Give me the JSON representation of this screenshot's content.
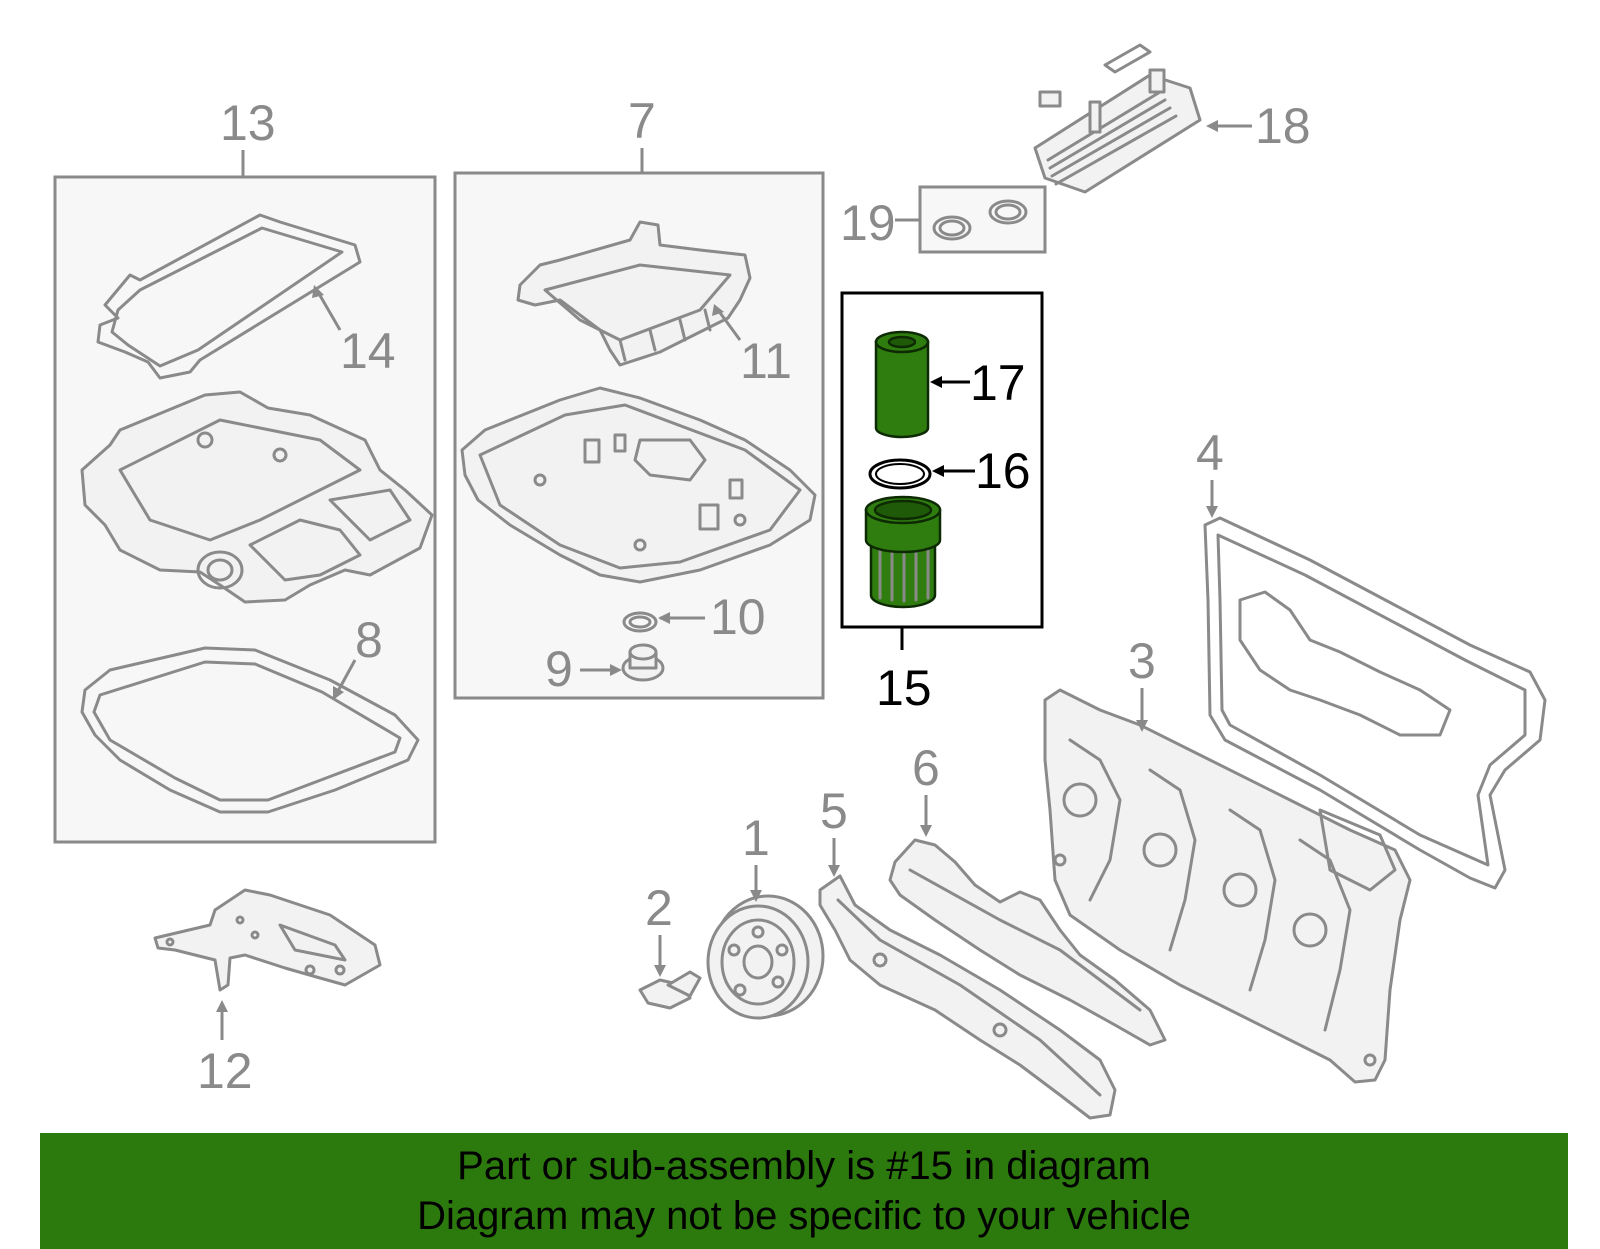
{
  "callouts": {
    "c1": "1",
    "c2": "2",
    "c3": "3",
    "c4": "4",
    "c5": "5",
    "c6": "6",
    "c7": "7",
    "c8": "8",
    "c9": "9",
    "c10": "10",
    "c11": "11",
    "c12": "12",
    "c13": "13",
    "c14": "14",
    "c15": "15",
    "c16": "16",
    "c17": "17",
    "c18": "18",
    "c19": "19"
  },
  "banner": {
    "line1": "Part or sub-assembly is #15 in diagram",
    "line2": "Diagram may not be specific to your vehicle"
  },
  "colors": {
    "highlight": "#2f7d0f",
    "banner": "#2c7a0e",
    "part_stroke": "#8a8a8a"
  }
}
